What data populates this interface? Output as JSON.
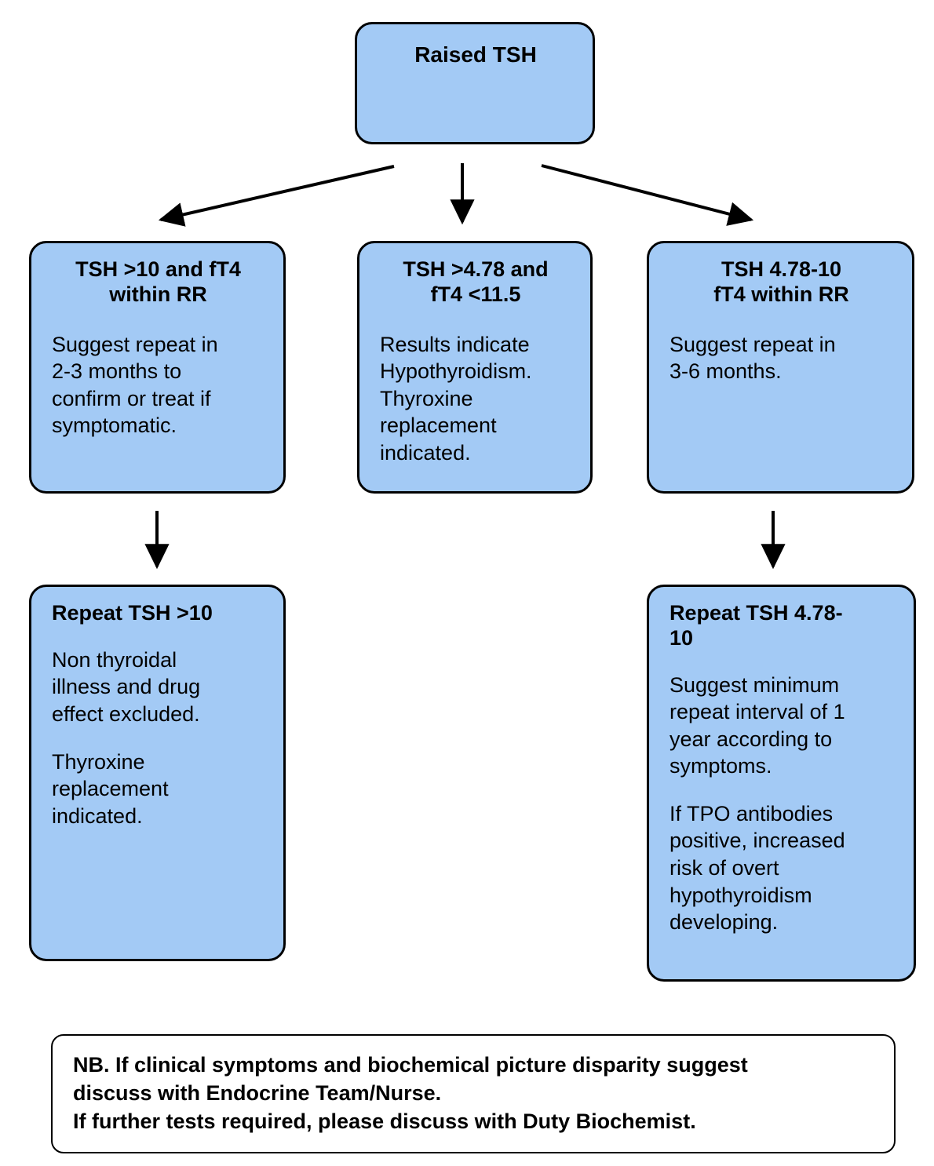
{
  "diagram": {
    "title": "Raised TSH management flowchart",
    "accent_fill": "#a3caf5",
    "border_color": "#000000",
    "page_background": "#ffffff"
  },
  "nodes": {
    "root": {
      "title": "Raised TSH",
      "body": ""
    },
    "tsh10_ft4_rr": {
      "title": "TSH >10 and fT4\nwithin RR",
      "body": "Suggest repeat in\n2-3 months to\nconfirm or treat if\nsymptomatic."
    },
    "tsh478_ft4_low": {
      "title": "TSH >4.78 and\nfT4 <11.5",
      "body": "Results indicate\nHypothyroidism.\nThyroxine\nreplacement\nindicated."
    },
    "tsh478_10_ft4_rr": {
      "title": "TSH 4.78-10\nfT4 within RR",
      "body": "Suggest repeat in\n3-6 months."
    },
    "repeat_tsh10": {
      "title": "Repeat TSH >10",
      "body": "Non thyroidal\nillness and drug\neffect excluded.",
      "body2": "Thyroxine\nreplacement\nindicated."
    },
    "repeat_tsh478_10": {
      "title": "Repeat TSH 4.78-\n10",
      "body": "Suggest minimum\nrepeat interval of 1\nyear according to\nsymptoms.",
      "body2": "If TPO antibodies\npositive, increased\nrisk of overt\nhypothyroidism\ndeveloping."
    }
  },
  "note": {
    "text": "NB. If clinical symptoms and biochemical picture disparity suggest\ndiscuss with Endocrine Team/Nurse.\nIf further tests required, please discuss with Duty Biochemist."
  },
  "connectors": [
    {
      "name": "root-to-left",
      "from": "root",
      "to": "tsh10_ft4_rr",
      "style": "diagonal-left"
    },
    {
      "name": "root-to-center",
      "from": "root",
      "to": "tsh478_ft4_low",
      "style": "vertical"
    },
    {
      "name": "root-to-right",
      "from": "root",
      "to": "tsh478_10_ft4_rr",
      "style": "diagonal-right"
    },
    {
      "name": "left-to-repeat",
      "from": "tsh10_ft4_rr",
      "to": "repeat_tsh10",
      "style": "vertical"
    },
    {
      "name": "right-to-repeat",
      "from": "tsh478_10_ft4_rr",
      "to": "repeat_tsh478_10",
      "style": "vertical"
    }
  ]
}
